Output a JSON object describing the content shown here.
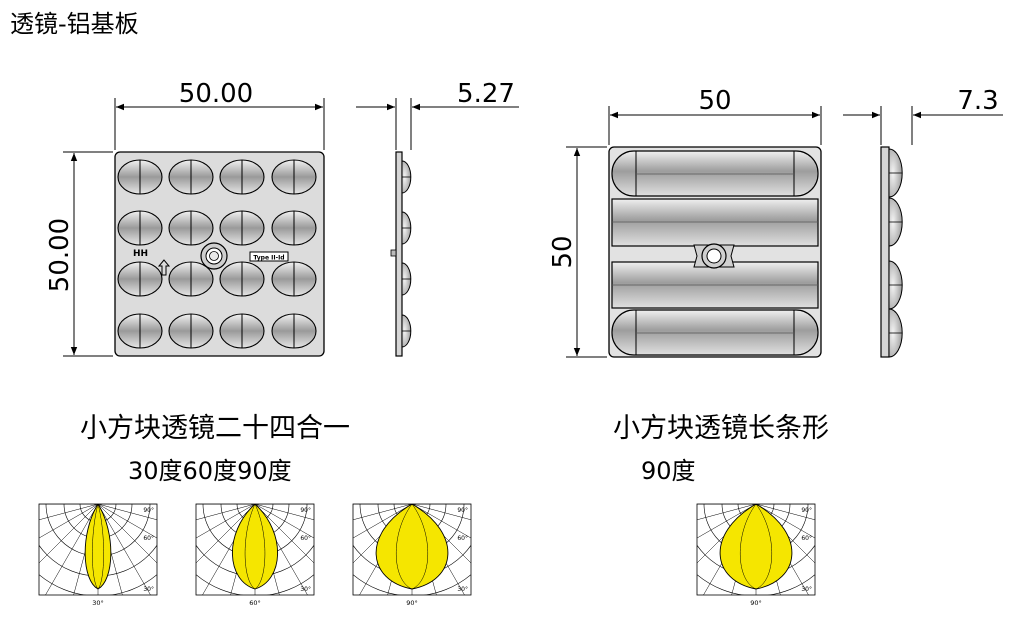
{
  "page_title": "透镜-铝基板",
  "square_lens": {
    "width_label": "50.00",
    "height_label": "50.00",
    "thickness_label": "5.27",
    "marking_hh": "HH",
    "type_label": "Type II-Id",
    "caption": "小方块透镜二十四合一",
    "angles": "30度60度90度"
  },
  "strip_lens": {
    "width_label": "50",
    "height_label": "50",
    "thickness_label": "7.3",
    "caption": "小方块透镜长条形",
    "angles": "90度"
  },
  "polar_charts": [
    {
      "beam_angle": "30°",
      "beam_deg": 30,
      "scale_labels": [
        "90°",
        "60°",
        "30°"
      ]
    },
    {
      "beam_angle": "60°",
      "beam_deg": 60,
      "scale_labels": [
        "90°",
        "60°",
        "30°"
      ]
    },
    {
      "beam_angle": "90°",
      "beam_deg": 90,
      "scale_labels": [
        "90°",
        "60°",
        "30°"
      ]
    },
    {
      "beam_angle": "90°",
      "beam_deg": 90,
      "scale_labels": [
        "90°",
        "60°",
        "30°"
      ]
    }
  ],
  "colors": {
    "beam_fill": "#f5e600",
    "lens_body": "#d9d9d9",
    "line": "#000000"
  }
}
